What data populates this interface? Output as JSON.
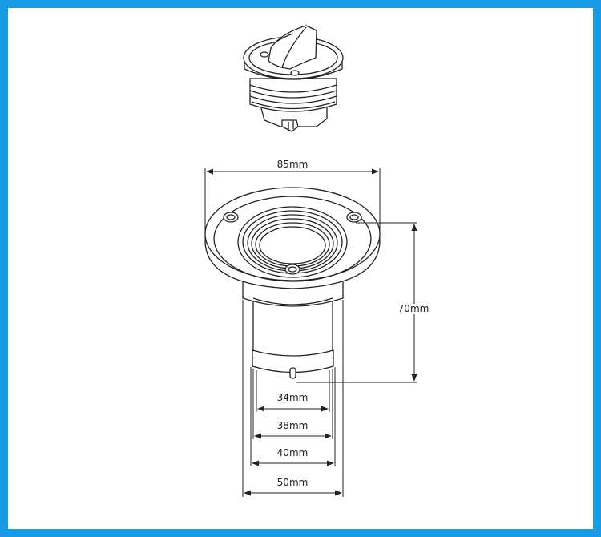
{
  "diagram": {
    "dimensions": {
      "flange_diameter": "85mm",
      "height": "70mm",
      "d1": "34mm",
      "d2": "38mm",
      "d3": "40mm",
      "d4": "50mm"
    }
  },
  "colors": {
    "frame_border": "#1a9be6",
    "line": "#222222",
    "background": "#ffffff"
  }
}
